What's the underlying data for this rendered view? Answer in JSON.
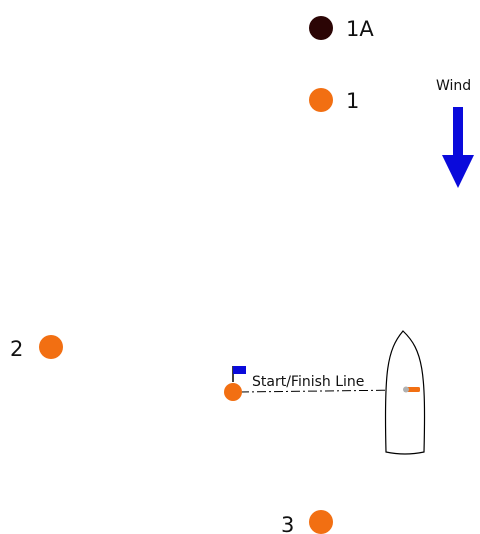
{
  "colors": {
    "mark": "#f26f12",
    "mark_1a": "#2b0505",
    "wind_arrow": "#0a0adb",
    "start_flag": "#0a0adb",
    "line": "#000000",
    "boat_outline": "#000000",
    "boat_pin": "#f26f12",
    "boat_pin_dot": "#b0b0b0"
  },
  "wind": {
    "label": "Wind",
    "icon": "down-arrow-icon"
  },
  "marks": {
    "mark_1a": {
      "label": "1A"
    },
    "mark_1": {
      "label": "1"
    },
    "mark_2": {
      "label": "2"
    },
    "mark_3": {
      "label": "3"
    }
  },
  "start_finish": {
    "label": "Start/Finish Line",
    "flag_icon": "flag-icon",
    "committee_boat_icon": "boat-icon"
  }
}
